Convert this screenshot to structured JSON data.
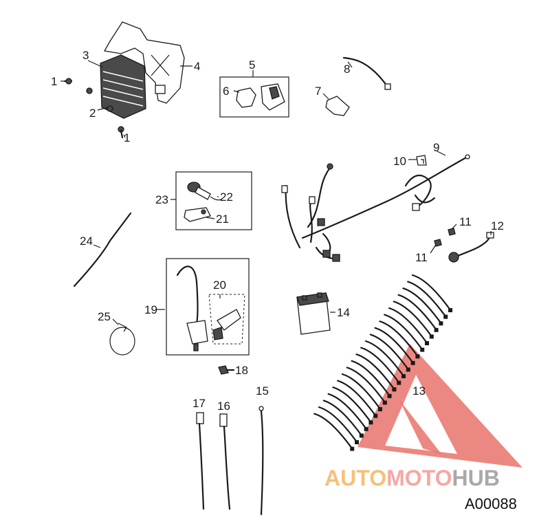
{
  "callouts": {
    "c1a": "1",
    "c1b": "1",
    "c2": "2",
    "c3": "3",
    "c4": "4",
    "c5": "5",
    "c6": "6",
    "c7": "7",
    "c8": "8",
    "c9": "9",
    "c10": "10",
    "c11a": "11",
    "c11b": "11",
    "c12": "12",
    "c13": "13",
    "c14": "14",
    "c15": "15",
    "c16": "16",
    "c17": "17",
    "c18": "18",
    "c19": "19",
    "c20": "20",
    "c21": "21",
    "c22": "22",
    "c23": "23",
    "c24": "24",
    "c25": "25"
  },
  "watermark": {
    "brand_auto": "AUTO",
    "brand_moto": "MOTO",
    "brand_hub": "HUB",
    "color_auto": "#F6C07A",
    "color_moto": "#F4A9A3",
    "color_hub": "#A9A9A9",
    "logo_color": "#E8736B"
  },
  "diagram_code": "A00088"
}
